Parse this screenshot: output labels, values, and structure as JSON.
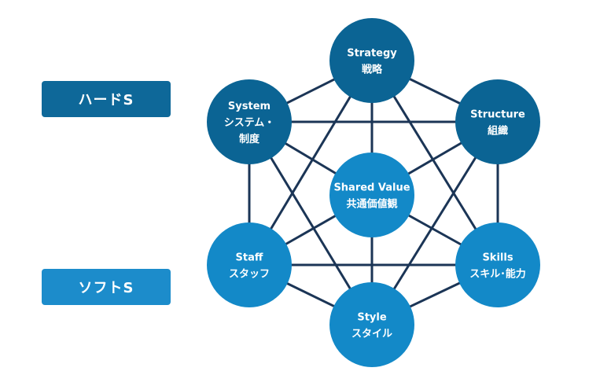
{
  "colors": {
    "hard_node": "#0b6494",
    "soft_node": "#1389c8",
    "edge": "#1b3556",
    "hard_label_bg": "#0e6899",
    "soft_label_bg": "#1c8ccb",
    "text": "#ffffff"
  },
  "labels": {
    "hard": "ハードS",
    "soft": "ソフトS"
  },
  "nodes": [
    {
      "id": "strategy",
      "group": "hard",
      "lines": [
        "Strategy",
        "戦略"
      ]
    },
    {
      "id": "system",
      "group": "hard",
      "lines": [
        "System",
        "システム・",
        "制度"
      ]
    },
    {
      "id": "structure",
      "group": "hard",
      "lines": [
        "Structure",
        "組織"
      ]
    },
    {
      "id": "shared_value",
      "group": "soft",
      "lines": [
        "Shared Value",
        "共通価値観"
      ]
    },
    {
      "id": "staff",
      "group": "soft",
      "lines": [
        "Staff",
        "スタッフ"
      ]
    },
    {
      "id": "skills",
      "group": "soft",
      "lines": [
        "Skills",
        "スキル･能力"
      ]
    },
    {
      "id": "style",
      "group": "soft",
      "lines": [
        "Style",
        "スタイル"
      ]
    }
  ],
  "edges": [
    [
      "strategy",
      "system"
    ],
    [
      "strategy",
      "structure"
    ],
    [
      "strategy",
      "shared_value"
    ],
    [
      "strategy",
      "staff"
    ],
    [
      "strategy",
      "skills"
    ],
    [
      "system",
      "structure"
    ],
    [
      "system",
      "shared_value"
    ],
    [
      "system",
      "staff"
    ],
    [
      "system",
      "style"
    ],
    [
      "structure",
      "shared_value"
    ],
    [
      "structure",
      "skills"
    ],
    [
      "structure",
      "style"
    ],
    [
      "shared_value",
      "staff"
    ],
    [
      "shared_value",
      "skills"
    ],
    [
      "shared_value",
      "style"
    ],
    [
      "staff",
      "skills"
    ],
    [
      "staff",
      "style"
    ],
    [
      "skills",
      "style"
    ]
  ]
}
